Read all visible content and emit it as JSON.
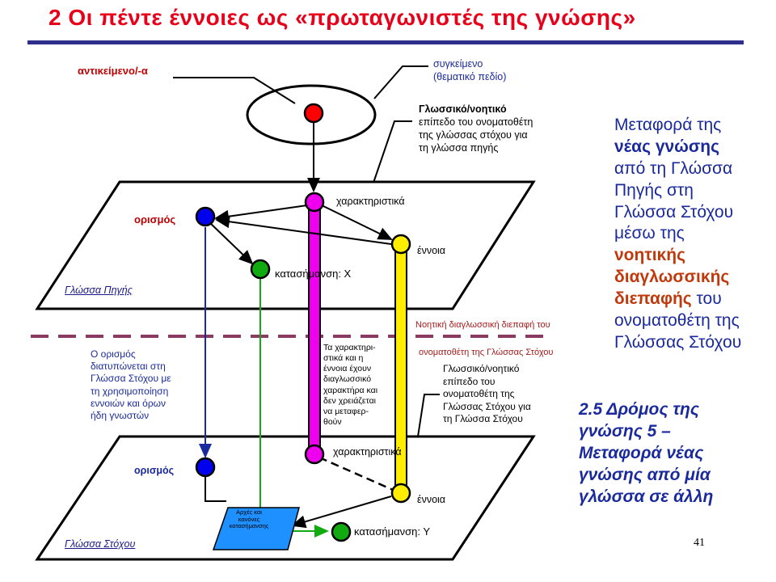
{
  "title": "2  Οι πέντε έννοιες ως «πρωταγωνιστές της γνώσης»",
  "labels": {
    "object": "αντικείμενο/-α",
    "context_1": "συγκείμενο",
    "context_2": "(θεματικό πεδίο)",
    "source_level_1": "Γλωσσικό/νοητικό",
    "source_level_2": "επίπεδο του ονοματοθέτη",
    "source_level_3": "της γλώσσας στόχου για",
    "source_level_4": "τη γλώσσα πηγής",
    "characteristics_top": "χαρακτηριστικά",
    "definition_top": "ορισμός",
    "concept_top": "έννοια",
    "designation_top": "κατασήμανση: Χ",
    "source_language": "Γλώσσα Πηγής",
    "interface_1": "Νοητική διαγλωσσική διεπαφή του",
    "interface_2": "ονοματοθέτη της Γλώσσας Στόχου",
    "definition_note_1": "Ο ορισμός",
    "definition_note_2": "διατυπώνεται στη",
    "definition_note_3": "Γλώσσα Στόχου με",
    "definition_note_4": "τη χρησιμοποίηση",
    "definition_note_5": "εννοιών και όρων",
    "definition_note_6": "ήδη γνωστών",
    "features_note_1": "Τα χαρακτηρι-",
    "features_note_2": "στικά και η",
    "features_note_3": "έννοια έχουν",
    "features_note_4": "διαγλωσσικό",
    "features_note_5": "χαρακτήρα και",
    "features_note_6": "δεν χρειάζεται",
    "features_note_7": "να μεταφερ-",
    "features_note_8": "θούν",
    "target_level_1": "Γλωσσικό/νοητικό",
    "target_level_2": "επίπεδο του",
    "target_level_3": "ονοματοθέτη της",
    "target_level_4": "Γλώσσας Στόχου για",
    "target_level_5": "τη Γλώσσα Στόχου",
    "characteristics_bottom": "χαρακτηριστικά",
    "definition_bottom": "ορισμός",
    "concept_bottom": "έννοια",
    "principles_1": "Αρχές και",
    "principles_2": "κανόνες",
    "principles_3": "κατασήμανσης",
    "designation_bottom": "κατασήμανση: Υ",
    "target_language": "Γλώσσα Στόχου"
  },
  "right_text": {
    "l1": "Μεταφορά της",
    "l2": "νέας γνώσης",
    "l3": "από τη Γλώσσα",
    "l4": "Πηγής στη",
    "l5": "Γλώσσα Στόχου",
    "l6": "μέσω της",
    "l7": "νοητικής",
    "l8": "διαγλωσσικής",
    "l9a": "διεπαφής",
    "l9b": " του",
    "l10": "ονοματοθέτη της",
    "l11": "Γλώσσας Στόχου"
  },
  "section": {
    "l1": "2.5  Δρόμος της",
    "l2": "γνώσης 5 –",
    "l3": "Μεταφορά νέας",
    "l4": "γνώσης από μία",
    "l5": "γλώσσα σε άλλη"
  },
  "page_number": "41",
  "colors": {
    "title": "#e8001a",
    "bar": "#2e2e8c",
    "node_red": "#ff0000",
    "node_blue": "#0000ee",
    "node_green": "#11aa11",
    "node_yellow": "#ffee00",
    "node_magenta": "#ee00ee",
    "dashed_line": "#8b3a62",
    "principles_box": "#1e90ff"
  }
}
